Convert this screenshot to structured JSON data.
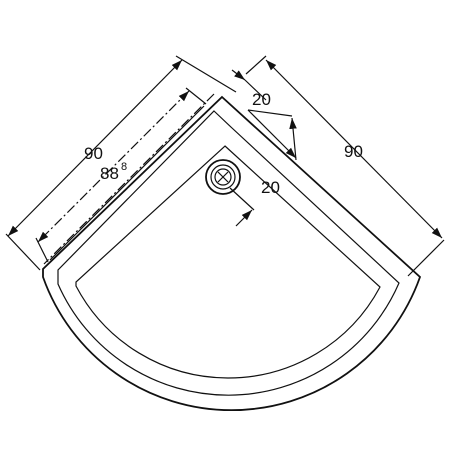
{
  "drawing": {
    "dim_side_left": "90",
    "dim_inner_main": "88",
    "dim_inner_sup": "8",
    "dim_side_right": "90",
    "dim_waste_top": "20",
    "dim_waste_right": "20"
  }
}
